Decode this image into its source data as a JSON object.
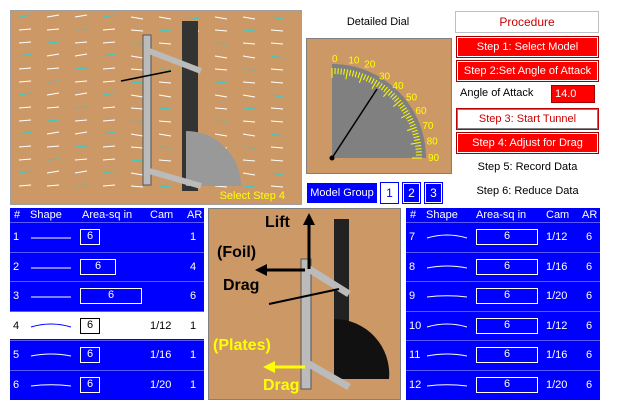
{
  "tunnel": {
    "hint": "Select Step 4"
  },
  "dial": {
    "title": "Detailed Dial",
    "ticks": [
      "0",
      "10",
      "20",
      "30",
      "40",
      "50",
      "60",
      "70",
      "80",
      "90"
    ]
  },
  "model_group": {
    "label": "Model Group",
    "buttons": [
      "1",
      "2",
      "3"
    ],
    "selected": "1"
  },
  "procedure": {
    "title": "Procedure",
    "steps": [
      "Step 1: Select Model",
      "Step 2:Set Angle of Attack",
      "Step 3: Start Tunnel",
      "Step 4: Adjust for Drag",
      "Step 5: Record Data",
      "Step 6: Reduce Data"
    ],
    "aoa_label": "Angle of  Attack",
    "aoa_value": "14.0"
  },
  "table_headers": [
    "#",
    "Shape",
    "Area-sq in",
    "Cam",
    "AR"
  ],
  "left_models": [
    {
      "num": "1",
      "area": "6",
      "cam": "",
      "ar": "1"
    },
    {
      "num": "2",
      "area": "6",
      "cam": "",
      "ar": "4"
    },
    {
      "num": "3",
      "area": "6",
      "cam": "",
      "ar": "6"
    },
    {
      "num": "4",
      "area": "6",
      "cam": "1/12",
      "ar": "1"
    },
    {
      "num": "5",
      "area": "6",
      "cam": "1/16",
      "ar": "1"
    },
    {
      "num": "6",
      "area": "6",
      "cam": "1/20",
      "ar": "1"
    }
  ],
  "right_models": [
    {
      "num": "7",
      "area": "6",
      "cam": "1/12",
      "ar": "6"
    },
    {
      "num": "8",
      "area": "6",
      "cam": "1/16",
      "ar": "6"
    },
    {
      "num": "9",
      "area": "6",
      "cam": "1/20",
      "ar": "6"
    },
    {
      "num": "10",
      "area": "6",
      "cam": "1/12",
      "ar": "6"
    },
    {
      "num": "11",
      "area": "6",
      "cam": "1/16",
      "ar": "6"
    },
    {
      "num": "12",
      "area": "6",
      "cam": "1/20",
      "ar": "6"
    }
  ],
  "selected_model": "4",
  "model_view": {
    "lift": "Lift",
    "foil": "(Foil)",
    "drag_top": "Drag",
    "plates": "(Plates)",
    "drag_bottom": "Drag"
  },
  "colors": {
    "tan": "#cc9966",
    "blue": "#0000ff",
    "red": "#ff0000",
    "yellow": "#ffff00",
    "cyan": "#33cccc"
  }
}
